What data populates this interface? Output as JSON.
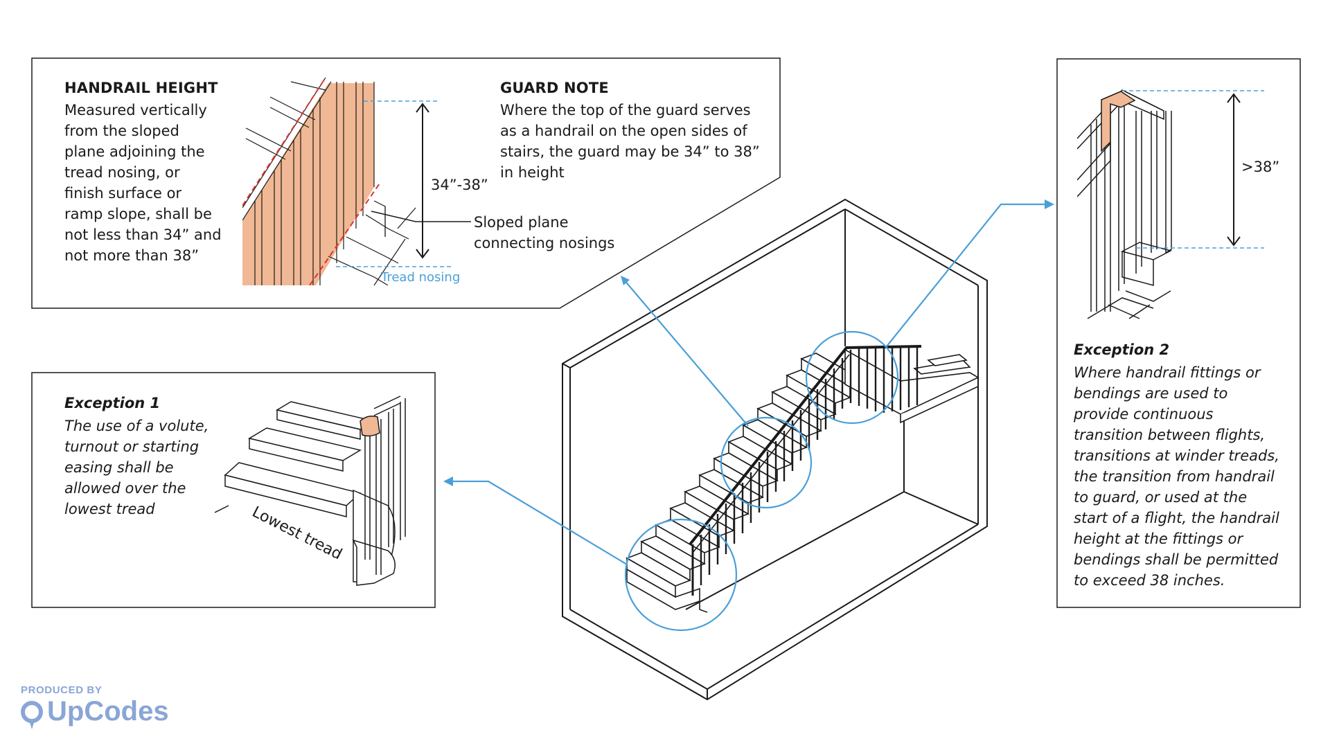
{
  "handrail_height": {
    "heading": "HANDRAIL HEIGHT",
    "body_lines": [
      "Measured vertically",
      "from the sloped",
      "plane adjoining the",
      "tread nosing, or",
      "finish surface or",
      "ramp slope, shall be",
      "not less than 34” and",
      "not more than 38”"
    ]
  },
  "guard_note": {
    "heading": "GUARD NOTE",
    "body_lines": [
      "Where the top of the guard serves",
      "as a handrail on the open sides of",
      "stairs, the guard may be 34” to 38”",
      "in height"
    ]
  },
  "labels": {
    "dimension_main": "34”-38”",
    "sloped_plane": [
      "Sloped plane",
      "connecting nosings"
    ],
    "tread_nosing": "Tread nosing",
    "lowest_tread": "Lowest tread",
    "dimension_exception2": ">38”"
  },
  "exception1": {
    "heading": "Exception 1",
    "body_lines": [
      "The use of a volute,",
      "turnout or starting",
      "easing shall be",
      "allowed over the",
      "lowest tread"
    ]
  },
  "exception2": {
    "heading": "Exception 2",
    "body_lines": [
      "Where handrail fittings or",
      "bendings are used to",
      "provide continuous",
      "transition between flights,",
      "transitions at winder treads,",
      "the transition from handrail",
      "to guard, or used at the",
      "start of a flight, the handrail",
      "height at the fittings or",
      "bendings shall be permitted",
      "to exceed 38 inches."
    ]
  },
  "branding": {
    "produced_by": "PRODUCED BY",
    "brand_name": "UpCodes"
  },
  "colors": {
    "handrail_fill": "#f0b894",
    "callout_blue": "#4a9fd8",
    "sloped_plane_red": "#e0322c",
    "brand_blue": "#8aa5d6",
    "line": "#1a1a1a"
  }
}
